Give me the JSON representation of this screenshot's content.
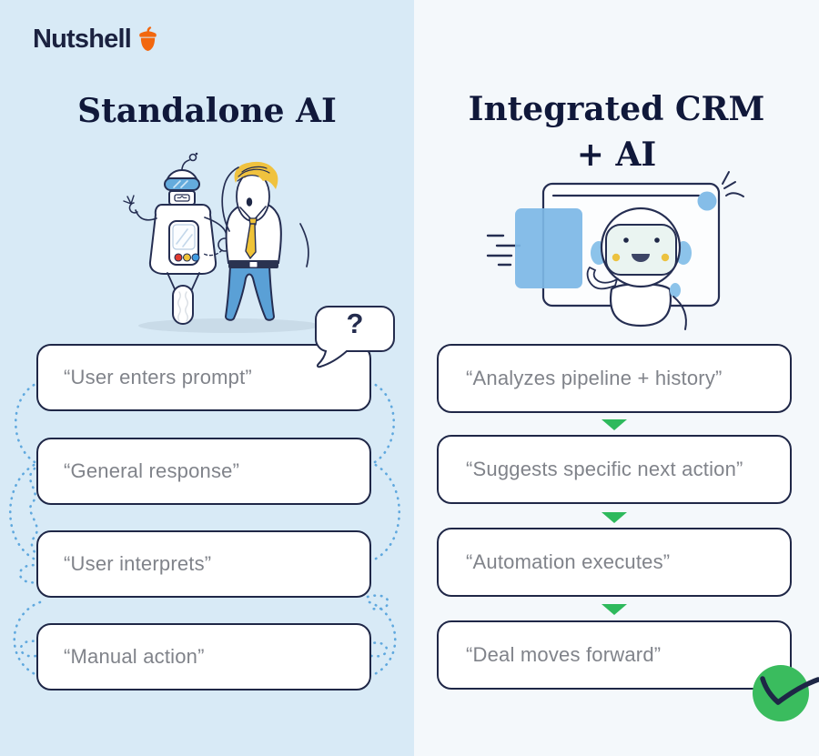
{
  "brand": {
    "name": "Nutshell"
  },
  "left": {
    "title": "Standalone AI",
    "bubble_text": "?",
    "steps": [
      {
        "label": "“User enters prompt”"
      },
      {
        "label": "“General response”"
      },
      {
        "label": "“User interprets”"
      },
      {
        "label": "“Manual action”"
      }
    ]
  },
  "right": {
    "title_line1": "Integrated CRM",
    "title_line2": "+ AI",
    "steps": [
      {
        "label": "“Analyzes pipeline + history”"
      },
      {
        "label": "“Suggests specific next action”"
      },
      {
        "label": "“Automation executes”"
      },
      {
        "label": "“Deal moves forward”"
      }
    ]
  },
  "icons": {
    "acorn": "acorn-logo-mark",
    "down_arrow": "green-triangle-down",
    "check": "navy-checkmark-in-green-circle"
  },
  "colors": {
    "left_bg": "#d8eaf6",
    "right_bg": "#f4f8fb",
    "box_border": "#1f2747",
    "step_text": "#80838a",
    "dotted_line": "#5fa8de",
    "arrow_green": "#2eb95c",
    "check_green": "#3abc5e",
    "brand_orange": "#f2670e",
    "title_navy": "#10183a",
    "illustration_blue": "#5aa0d6",
    "accent_yellow": "#efc337"
  }
}
